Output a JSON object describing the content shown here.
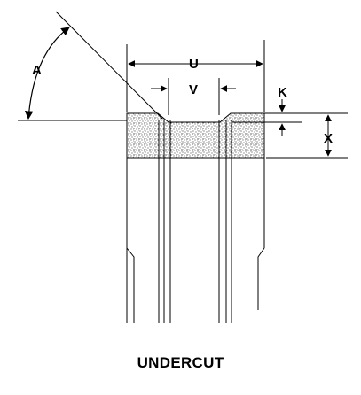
{
  "labels": {
    "angle": "A",
    "width_outer": "U",
    "width_inner": "V",
    "depth": "K",
    "thickness": "X"
  },
  "caption": "UNDERCUT"
}
